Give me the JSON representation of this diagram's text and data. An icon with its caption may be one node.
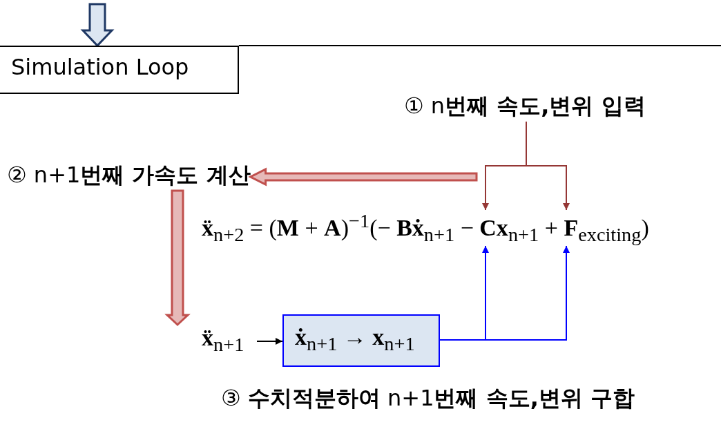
{
  "diagram": {
    "nodes": [
      {
        "text": [
          "Simulation Loop"
        ]
      },
      {
        "text": [
          "① n**번째 속도,변위 입력**"
        ]
      },
      {
        "text": [
          "② n+1**번째 가속도 계산**"
        ]
      },
      {
        "text": [
          "**ẍ**$_{n+2}$ = (**M** + **A**)$^{−1}$(− **Bẋ**$_{n+1}$ − **Cx**$_{n+1}$ + **F**$_{exciting}$)"
        ]
      },
      {
        "text": [
          "**ẍ**$_{n+1}$"
        ]
      },
      {
        "text": [
          "**ẋ**$_{n+1}$ → **x**$_{n+1}$"
        ]
      },
      {
        "text": [
          "③ **수치적분하여** n+1**번째 속도,변위 구합**"
        ]
      }
    ],
    "edges": [
      {
        "from": null,
        "to": 0,
        "arrow": "to",
        "style": "thick",
        "color": "#1f3864"
      },
      {
        "from": 1,
        "to": 3,
        "arrow": "to",
        "color": "#953735"
      },
      {
        "from": 1,
        "to": 3,
        "arrow": "to",
        "color": "#953735"
      },
      {
        "from": null,
        "to": 2,
        "arrow": "to",
        "style": "thick",
        "color": "#c0504d"
      },
      {
        "from": 2,
        "to": 4,
        "arrow": "to",
        "style": "thick",
        "color": "#c0504d"
      },
      {
        "from": 4,
        "to": 5,
        "arrow": "to",
        "color": "#000000"
      },
      {
        "from": 5,
        "to": 3,
        "arrow": "to",
        "color": "#0000ff"
      },
      {
        "from": 5,
        "to": 3,
        "arrow": "to",
        "color": "#0000ff"
      }
    ]
  }
}
